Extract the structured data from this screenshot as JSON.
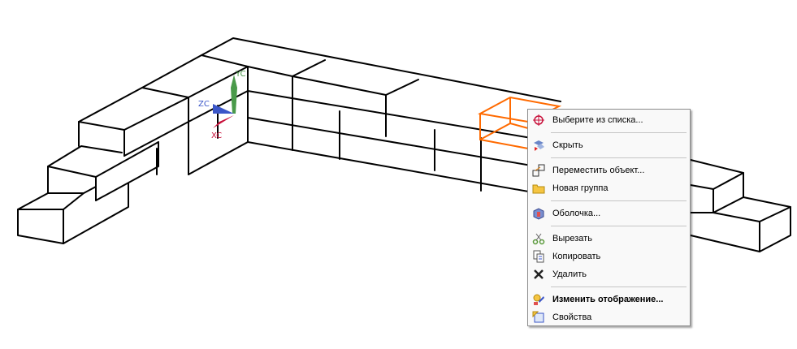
{
  "viewport": {
    "axes": {
      "x_label": "XC",
      "y_label": "YC",
      "z_label": "ZC"
    },
    "colors": {
      "edge": "#000000",
      "selection": "#ff6a00",
      "axis_x": "#c8103a",
      "axis_y": "#4a9a4a",
      "axis_z": "#3b56c8"
    }
  },
  "context_menu": {
    "items": [
      {
        "label": "Выберите из списка...",
        "icon": "select-from-list-icon"
      },
      {
        "label": "Скрыть",
        "icon": "hide-icon"
      },
      {
        "label": "Переместить объект...",
        "icon": "move-object-icon"
      },
      {
        "label": "Новая группа",
        "icon": "new-group-folder-icon"
      },
      {
        "label": "Оболочка...",
        "icon": "shell-icon"
      },
      {
        "label": "Вырезать",
        "icon": "cut-icon"
      },
      {
        "label": "Копировать",
        "icon": "copy-icon"
      },
      {
        "label": "Удалить",
        "icon": "delete-icon"
      },
      {
        "label": "Изменить отображение...",
        "icon": "edit-display-icon",
        "bold": true
      },
      {
        "label": "Свойства",
        "icon": "properties-icon"
      }
    ]
  }
}
